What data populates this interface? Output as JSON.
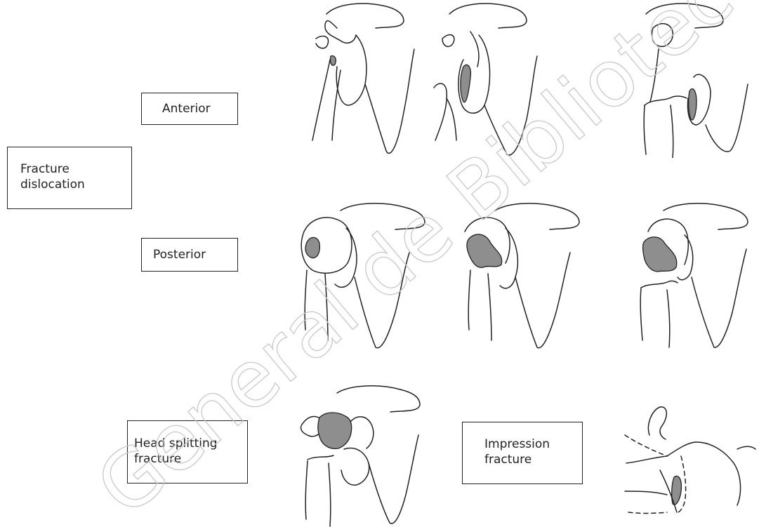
{
  "labels": {
    "fracture_dislocation": [
      "Fracture",
      "dislocation"
    ],
    "anterior": "Anterior",
    "posterior": "Posterior",
    "head_splitting": [
      "Head splitting",
      "fracture"
    ],
    "impression": [
      "Impression",
      "fracture"
    ]
  },
  "watermark": "General de Bibliotecas de la",
  "colors": {
    "line": "#222222",
    "shading": "#8e8e8e",
    "watermark": "#c9c9c9",
    "background": "#ffffff"
  }
}
